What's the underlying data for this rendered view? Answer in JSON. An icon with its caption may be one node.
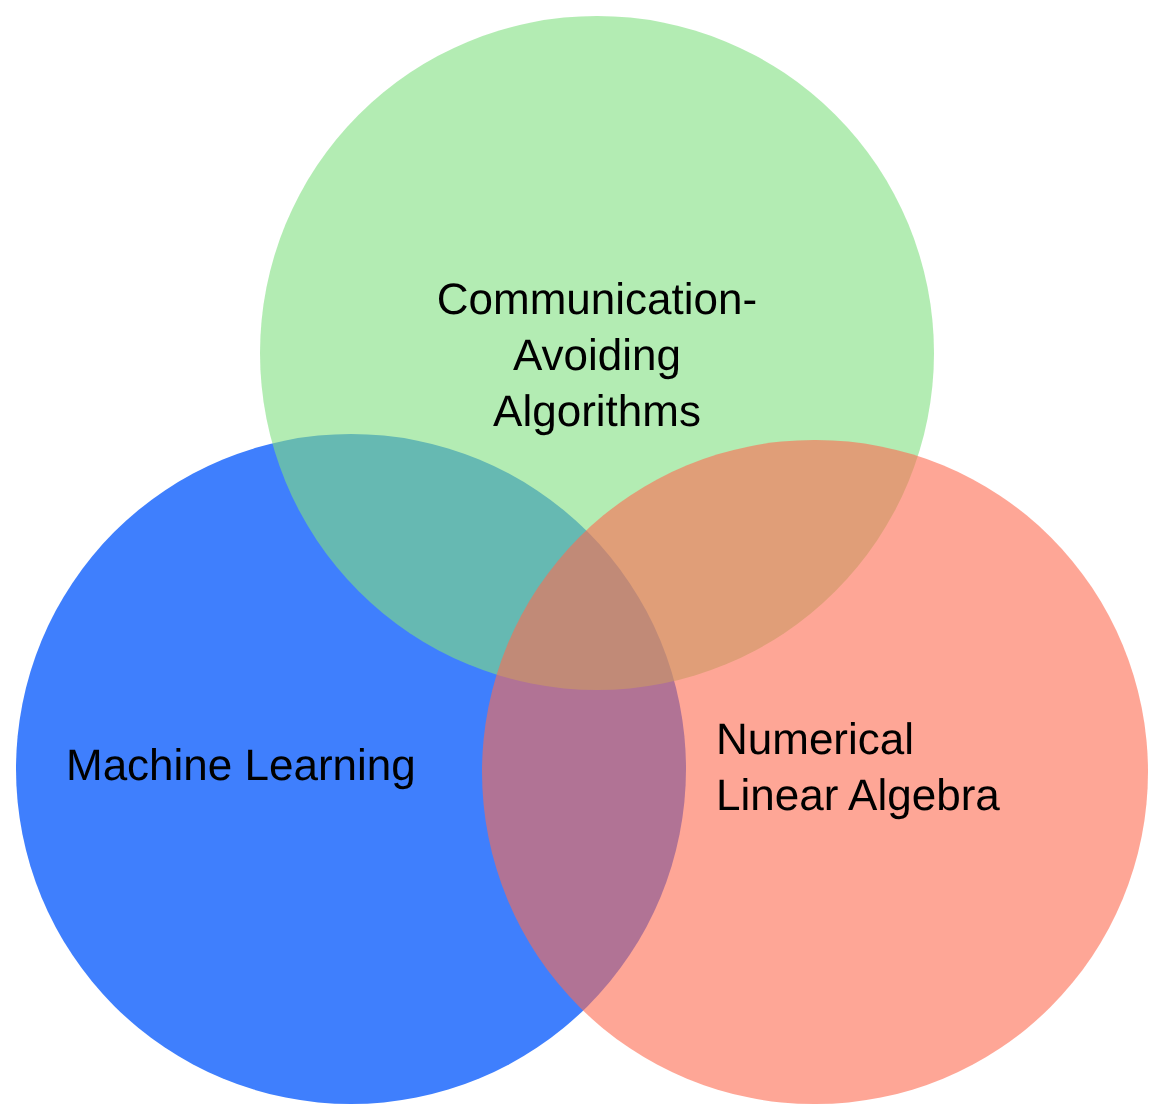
{
  "diagram": {
    "nodes": [
      {
        "text": [
          "Communication-Avoiding Algorithms"
        ]
      },
      {
        "text": [
          "Machine Learning"
        ]
      },
      {
        "text": [
          "Numerical Linear Algebra"
        ]
      }
    ]
  }
}
